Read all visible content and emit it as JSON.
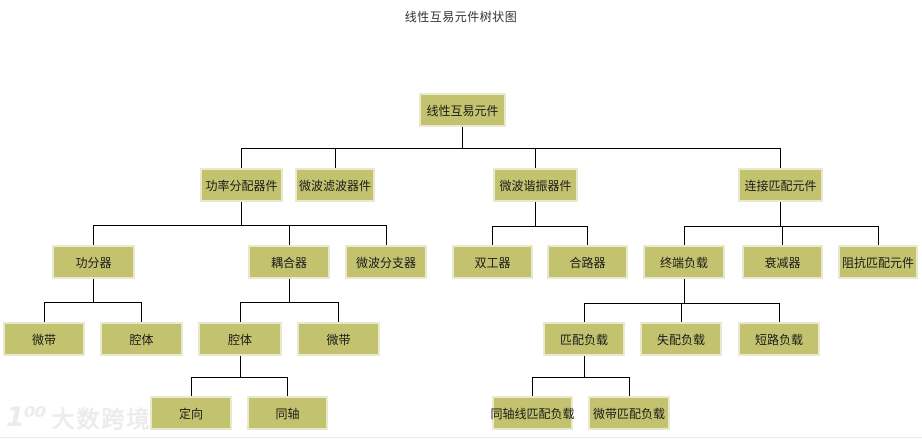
{
  "title": "线性互易元件树状图",
  "watermark": {
    "logo": "1⁰⁰",
    "text": "大数跨境"
  },
  "colors": {
    "node_fill": "#c3c36f",
    "node_border": "#e9e9d0",
    "connector": "#000000",
    "text": "#1a1a1a",
    "watermark_text": "#ececec"
  },
  "tree": {
    "label": "线性互易元件",
    "children": [
      {
        "label": "功率分配器件",
        "children": [
          {
            "label": "功分器",
            "children": [
              {
                "label": "微带"
              },
              {
                "label": "腔体"
              }
            ]
          },
          {
            "label": "耦合器",
            "children": [
              {
                "label": "腔体",
                "children": [
                  {
                    "label": "定向"
                  },
                  {
                    "label": "同轴"
                  }
                ]
              },
              {
                "label": "微带"
              }
            ]
          },
          {
            "label": "微波分支器"
          }
        ]
      },
      {
        "label": "微波滤波器件"
      },
      {
        "label": "微波谐振器件",
        "children": [
          {
            "label": "双工器"
          },
          {
            "label": "合路器"
          }
        ]
      },
      {
        "label": "连接匹配元件",
        "children": [
          {
            "label": "终端负载",
            "children": [
              {
                "label": "匹配负载",
                "children": [
                  {
                    "label": "同轴线匹配负载"
                  },
                  {
                    "label": "微带匹配负载"
                  }
                ]
              },
              {
                "label": "失配负载"
              },
              {
                "label": "短路负载"
              }
            ]
          },
          {
            "label": "衰减器"
          },
          {
            "label": "阻抗匹配元件"
          }
        ]
      }
    ]
  }
}
